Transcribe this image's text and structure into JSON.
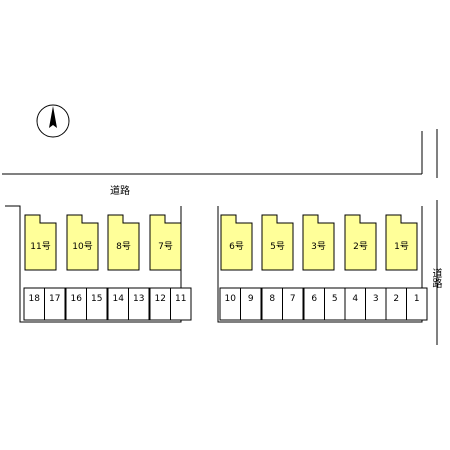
{
  "roads": {
    "top_label": "道路",
    "right_label": "道路"
  },
  "colors": {
    "unit_fill": "#ffff99",
    "line": "#000000",
    "background": "#ffffff"
  },
  "compass": {
    "icon": "north-arrow-icon"
  },
  "units_left": [
    "11号",
    "10号",
    "8号",
    "7号"
  ],
  "units_right": [
    "6号",
    "5号",
    "3号",
    "2号",
    "1号"
  ],
  "parking_left": [
    [
      "18",
      "17"
    ],
    [
      "16",
      "15"
    ],
    [
      "14",
      "13"
    ],
    [
      "12",
      "11"
    ]
  ],
  "parking_right": [
    [
      "10",
      "9"
    ],
    [
      "8",
      "7"
    ],
    [
      "6",
      "5"
    ],
    [
      "4",
      "3"
    ],
    [
      "2",
      "1"
    ]
  ]
}
